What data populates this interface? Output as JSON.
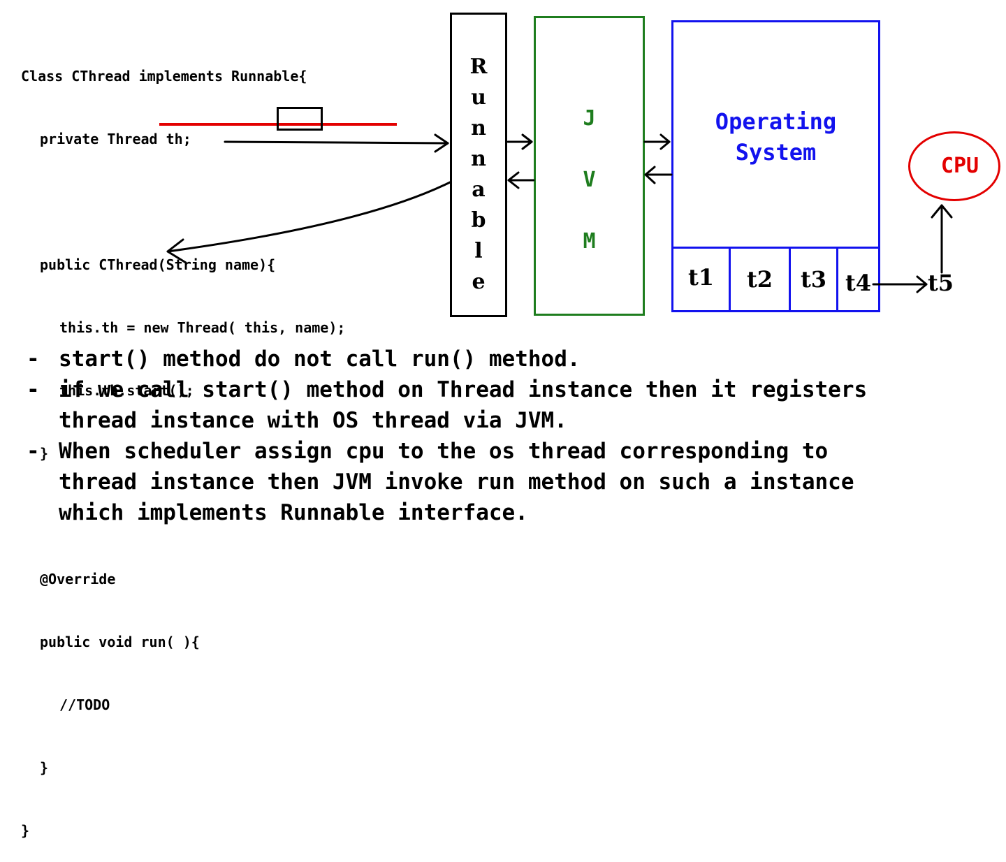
{
  "code": {
    "lines": [
      "Class CThread implements Runnable{",
      "private Thread th;",
      "",
      "public CThread(String name){",
      "this.th = new Thread( this, name);",
      "this.th.start();",
      "}",
      "",
      "@Override",
      "public void run( ){",
      "//TODO",
      "}",
      "}"
    ]
  },
  "runnable": {
    "letters": [
      "R",
      "u",
      "n",
      "n",
      "a",
      "b",
      "l",
      "e"
    ]
  },
  "jvm": {
    "letters": [
      "J",
      "V",
      "M"
    ]
  },
  "os": {
    "title_line1": "Operating",
    "title_line2": "System",
    "threads": [
      "t1",
      "t2",
      "t3",
      "t4"
    ]
  },
  "external_thread": "t5",
  "cpu": {
    "label": "CPU"
  },
  "notes": [
    {
      "dash": "-",
      "text": "start() method do not call run() method."
    },
    {
      "dash": "-",
      "text": "if we call start() method on Thread instance then it registers thread instance with OS thread via JVM."
    },
    {
      "dash": "-",
      "text": "When scheduler assign cpu to the os thread corresponding to thread instance then JVM invoke run method on such a instance which implements Runnable interface."
    }
  ],
  "colors": {
    "jvm": "#1e7d1e",
    "os": "#1212ee",
    "cpu": "#e30000",
    "underline": "#e30000"
  }
}
